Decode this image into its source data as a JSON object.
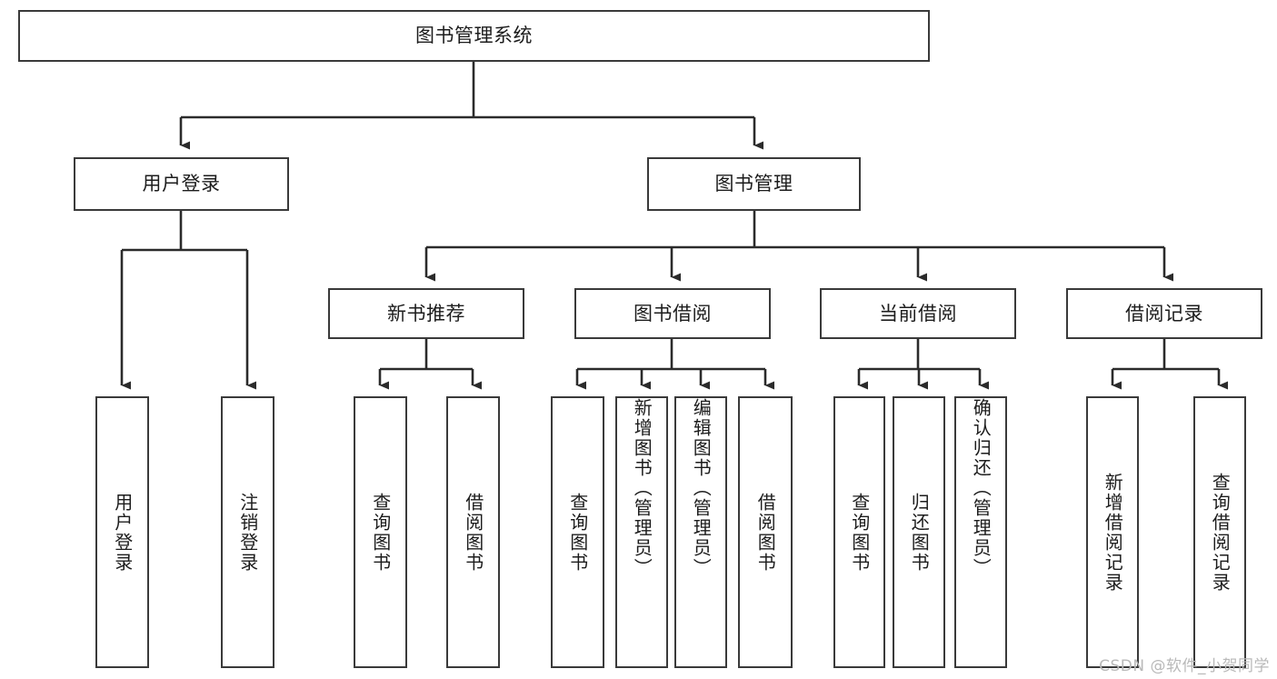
{
  "diagram": {
    "title": "图书管理系统",
    "type": "tree-hierarchy-chart",
    "background_color": "#ffffff",
    "box_border_color": "#3a3a3a",
    "edge_color": "#2b2b2b",
    "text_color": "#1c1c1c"
  },
  "nodes": {
    "root": {
      "label": "图书管理系统"
    },
    "level2": [
      {
        "id": "user-login",
        "label": "用户登录"
      },
      {
        "id": "book-management",
        "label": "图书管理"
      }
    ],
    "level3": [
      {
        "id": "new-book-recommend",
        "label": "新书推荐"
      },
      {
        "id": "book-borrow",
        "label": "图书借阅"
      },
      {
        "id": "current-borrow",
        "label": "当前借阅"
      },
      {
        "id": "borrow-record",
        "label": "借阅记录"
      }
    ],
    "leaves": {
      "user-login": [
        {
          "id": "leaf-user-login",
          "label": "用户登录"
        },
        {
          "id": "leaf-user-logout",
          "label": "注销登录"
        }
      ],
      "new-book-recommend": [
        {
          "id": "leaf-query-book-1",
          "label": "查询图书"
        },
        {
          "id": "leaf-borrow-book-1",
          "label": "借阅图书"
        }
      ],
      "book-borrow": [
        {
          "id": "leaf-query-book-2",
          "label": "查询图书"
        },
        {
          "id": "leaf-add-book",
          "label": "新增图书（管理员）"
        },
        {
          "id": "leaf-edit-book",
          "label": "编辑图书（管理员）"
        },
        {
          "id": "leaf-borrow-book-2",
          "label": "借阅图书"
        }
      ],
      "current-borrow": [
        {
          "id": "leaf-query-book-3",
          "label": "查询图书"
        },
        {
          "id": "leaf-return-book",
          "label": "归还图书"
        },
        {
          "id": "leaf-confirm-return",
          "label": "确认归还（管理员）"
        }
      ],
      "borrow-record": [
        {
          "id": "leaf-add-record",
          "label": "新增借阅记录"
        },
        {
          "id": "leaf-query-record",
          "label": "查询借阅记录"
        }
      ]
    }
  },
  "watermark": {
    "text": "CSDN @软件_小贺同学"
  }
}
